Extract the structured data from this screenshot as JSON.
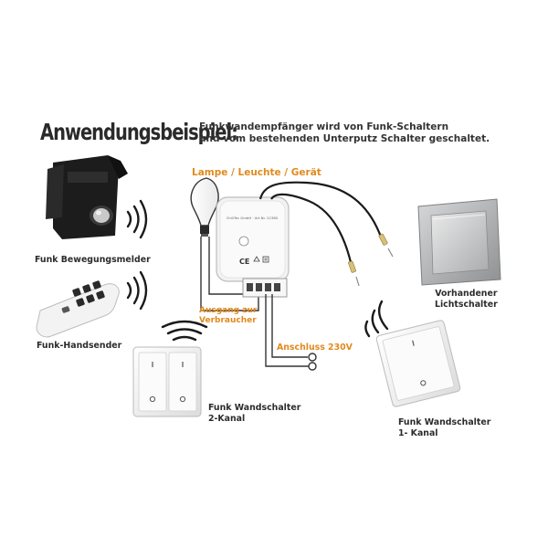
{
  "header": {
    "title": "Anwendungsbeispiel:",
    "subtitle_line1": "Funkwandempfänger wird von Funk-Schaltern",
    "subtitle_line2": "und vom bestehenden Unterputz Schalter geschaltet."
  },
  "labels": {
    "lamp": "Lampe / Leuchte / Gerät",
    "motion_sensor": "Funk Bewegungsmelder",
    "hand_transmitter": "Funk-Handsender",
    "wall_switch_2_line1": "Funk Wandschalter",
    "wall_switch_2_line2": "2-Kanal",
    "wall_switch_1_line1": "Funk Wandschalter",
    "wall_switch_1_line2": "1- Kanal",
    "existing_switch_line1": "Vorhandener",
    "existing_switch_line2": "Lichtschalter",
    "output_line1": "Ausgang zur",
    "output_line2": "Verbraucher",
    "power": "Anschluss 230V"
  },
  "receiver": {
    "print_text": "ChiliTec GmbH · Art.Nr. 22380",
    "mark": "CE"
  },
  "colors": {
    "accent": "#e08a1e",
    "text": "#2b2b2b",
    "wire": "#222222"
  },
  "icons": [
    "lamp-icon",
    "motion-sensor-icon",
    "remote-icon",
    "wall-switch-2ch-icon",
    "wall-switch-1ch-icon",
    "existing-switch-icon",
    "receiver-module-icon",
    "radio-waves-icon"
  ]
}
